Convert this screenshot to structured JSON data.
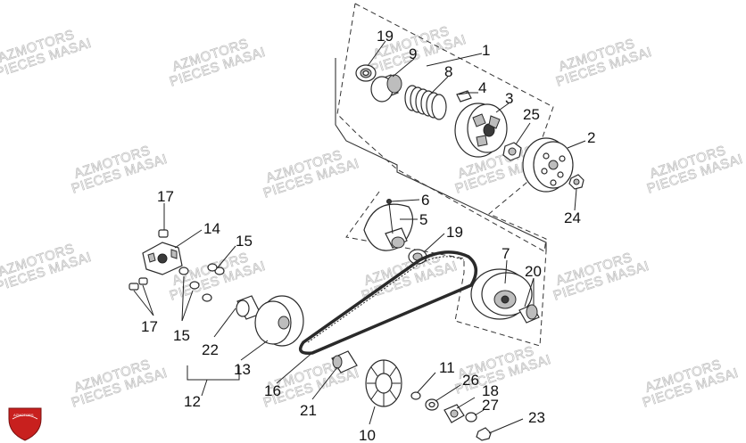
{
  "watermark": {
    "line1": "AZMOTORS",
    "line2": "PIECES MASAI"
  },
  "logo": {
    "text": "AZMOTORS",
    "color": "#c8201e"
  },
  "callouts": {
    "c1": "1",
    "c2": "2",
    "c3": "3",
    "c4": "4",
    "c5": "5",
    "c6": "6",
    "c7": "7",
    "c8": "8",
    "c9": "9",
    "c10": "10",
    "c11": "11",
    "c12": "12",
    "c13": "13",
    "c14": "14",
    "c15a": "15",
    "c15b": "15",
    "c16": "16",
    "c17a": "17",
    "c17b": "17",
    "c18": "18",
    "c19a": "19",
    "c19b": "19",
    "c20": "20",
    "c21": "21",
    "c22": "22",
    "c23": "23",
    "c24": "24",
    "c25": "25",
    "c26": "26",
    "c27": "27"
  }
}
